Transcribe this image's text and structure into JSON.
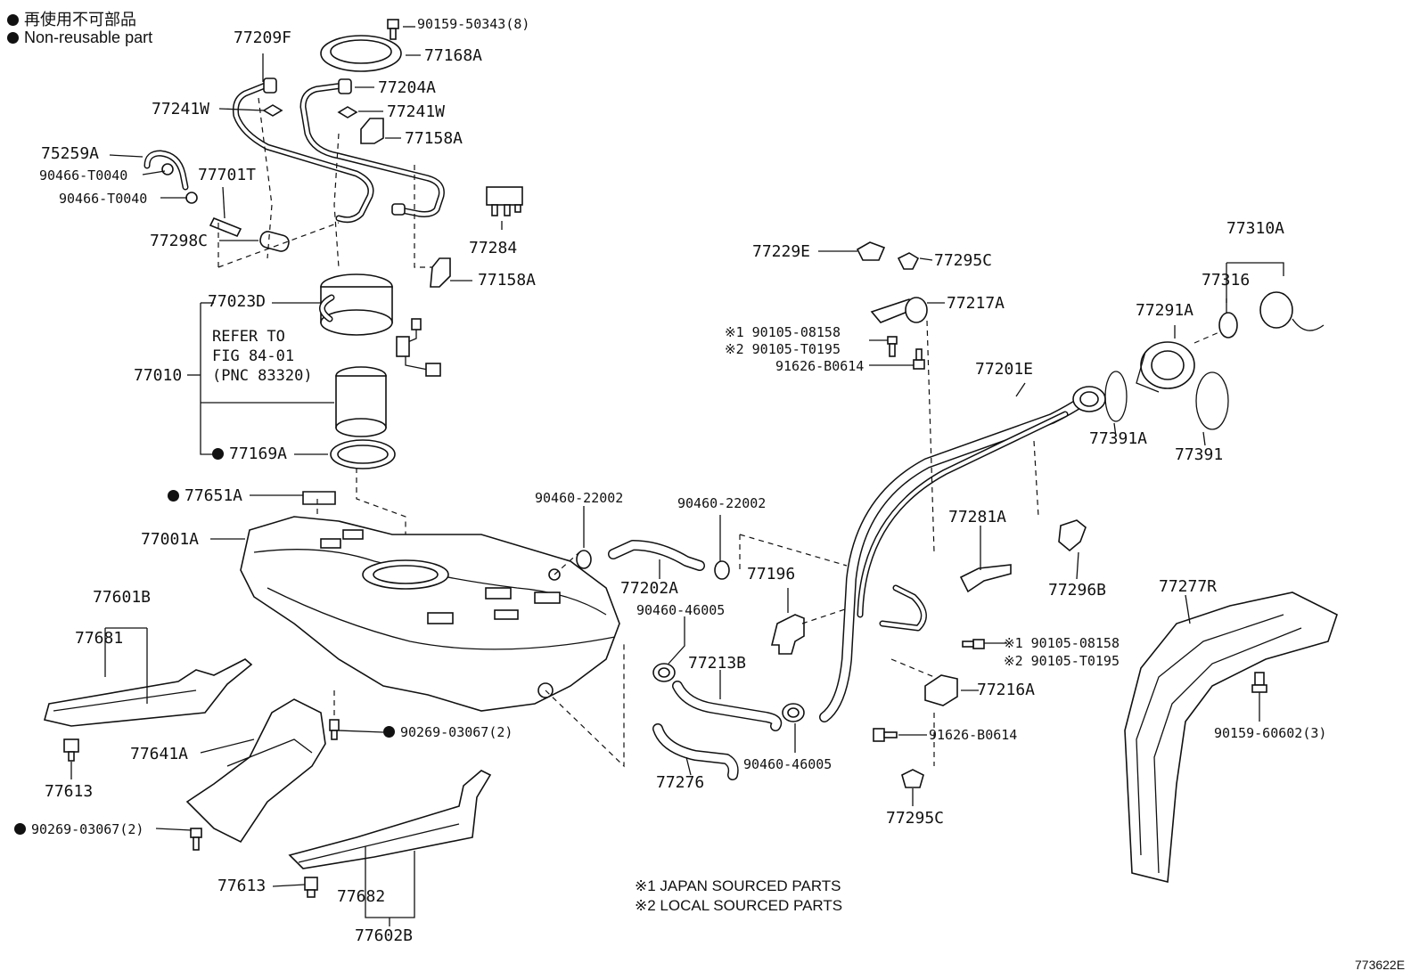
{
  "legend": {
    "jp": "再使用不可部品",
    "en": "Non-reusable part"
  },
  "notes": {
    "japan": "※1 JAPAN SOURCED PARTS",
    "local": "※2 LOCAL SOURCED PARTS"
  },
  "figure_code": "773622E",
  "refer": {
    "line1": "REFER TO",
    "line2": "FIG 84-01",
    "line3": "(PNC 83320)"
  },
  "parts": {
    "p77209F": "77209F",
    "p90159_50343": "90159-50343(8)",
    "p77168A": "77168A",
    "p77204A": "77204A",
    "p77241W_l": "77241W",
    "p77241W_r": "77241W",
    "p77158A_t": "77158A",
    "p75259A": "75259A",
    "p90466_a": "90466-T0040",
    "p90466_b": "90466-T0040",
    "p77701T": "77701T",
    "p77298C": "77298C",
    "p77284": "77284",
    "p77158A_b": "77158A",
    "p77023D": "77023D",
    "p77010": "77010",
    "p77169A": "77169A",
    "p77651A": "77651A",
    "p77001A": "77001A",
    "p90460_22002_a": "90460-22002",
    "p90460_22002_b": "90460-22002",
    "p77202A": "77202A",
    "p77196": "77196",
    "p90460_46005_a": "90460-46005",
    "p77213B": "77213B",
    "p90460_46005_b": "90460-46005",
    "p77276": "77276",
    "p77601B": "77601B",
    "p77681": "77681",
    "p77613_a": "77613",
    "p77641A": "77641A",
    "p90269_a": "90269-03067(2)",
    "p90269_b": "90269-03067(2)",
    "p77613_b": "77613",
    "p77682": "77682",
    "p77602B": "77602B",
    "p77229E": "77229E",
    "p77295C_t": "77295C",
    "p77217A": "77217A",
    "p90105_08158_a": "※1 90105-08158",
    "p90105_T0195_a": "※2 90105-T0195",
    "p91626_a": "91626-B0614",
    "p77201E": "77201E",
    "p77391A": "77391A",
    "p77391": "77391",
    "p77310A": "77310A",
    "p77316": "77316",
    "p77291A": "77291A",
    "p77281A": "77281A",
    "p77296B": "77296B",
    "p77277R": "77277R",
    "p90105_08158_b": "※1 90105-08158",
    "p90105_T0195_b": "※2 90105-T0195",
    "p77216A": "77216A",
    "p91626_b": "91626-B0614",
    "p77295C_b": "77295C",
    "p90159_60602": "90159-60602(3)"
  }
}
